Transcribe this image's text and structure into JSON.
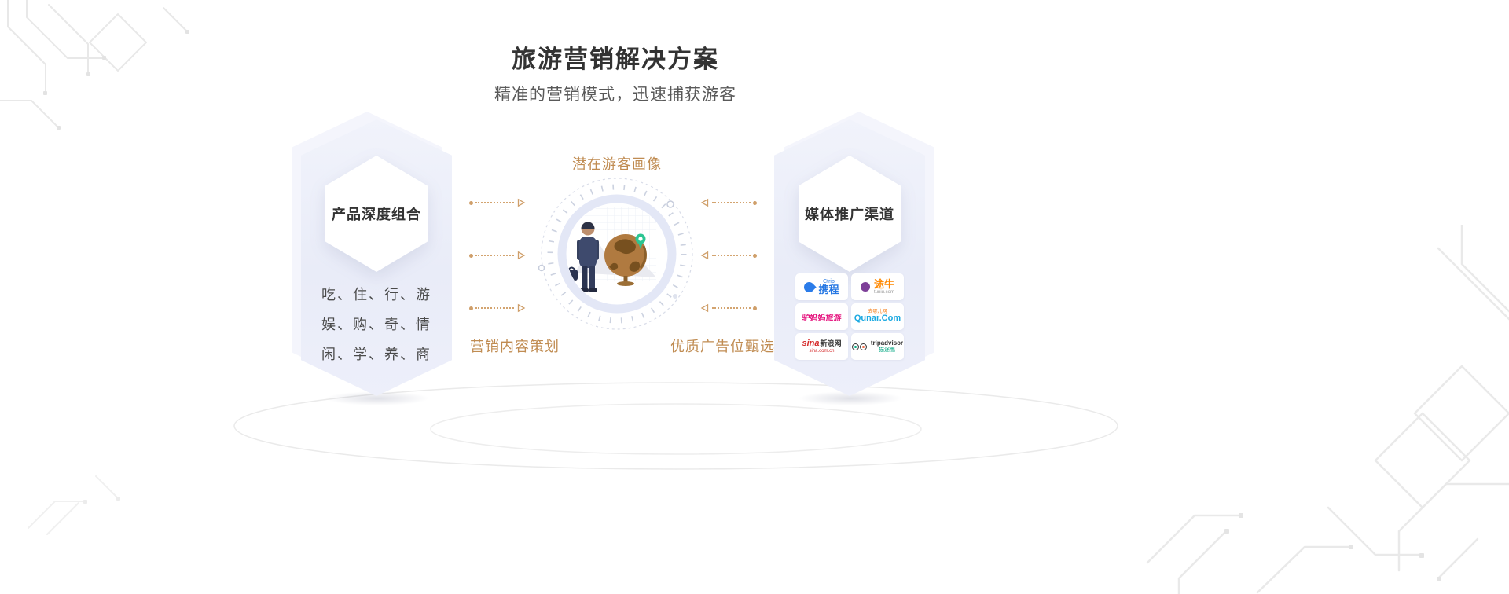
{
  "header": {
    "title": "旅游营销解决方案",
    "subtitle": "精准的营销模式，迅速捕获游客"
  },
  "left_card": {
    "title": "产品深度组合",
    "lines": [
      "吃、住、行、游",
      "娱、购、奇、情",
      "闲、学、养、商"
    ]
  },
  "center": {
    "top_label": "潜在游客画像",
    "bottom_left_label": "营销内容策划",
    "bottom_right_label": "优质广告位甄选"
  },
  "right_card": {
    "title": "媒体推广渠道",
    "logos": [
      {
        "id": "ctrip",
        "text_en": "Ctrip",
        "text_cn": "携程"
      },
      {
        "id": "tuniu",
        "text_cn": "途牛",
        "text_sub": "tuniu.com"
      },
      {
        "id": "lvmama",
        "text_cn": "驴妈妈旅游"
      },
      {
        "id": "qunar",
        "text_top": "去哪儿网",
        "text_main": "Qunar.Com"
      },
      {
        "id": "sina",
        "text_en": "sina",
        "text_cn": "新浪网",
        "text_sub": "sina.com.cn"
      },
      {
        "id": "tripadvisor",
        "text_en": "tripadvisor",
        "text_cn": "猫途鹰"
      }
    ]
  },
  "colors": {
    "accent_orange": "#C08C52",
    "hexagon_fill": "#ECEFFA",
    "title_color": "#333333",
    "pin_green": "#2CC592"
  }
}
